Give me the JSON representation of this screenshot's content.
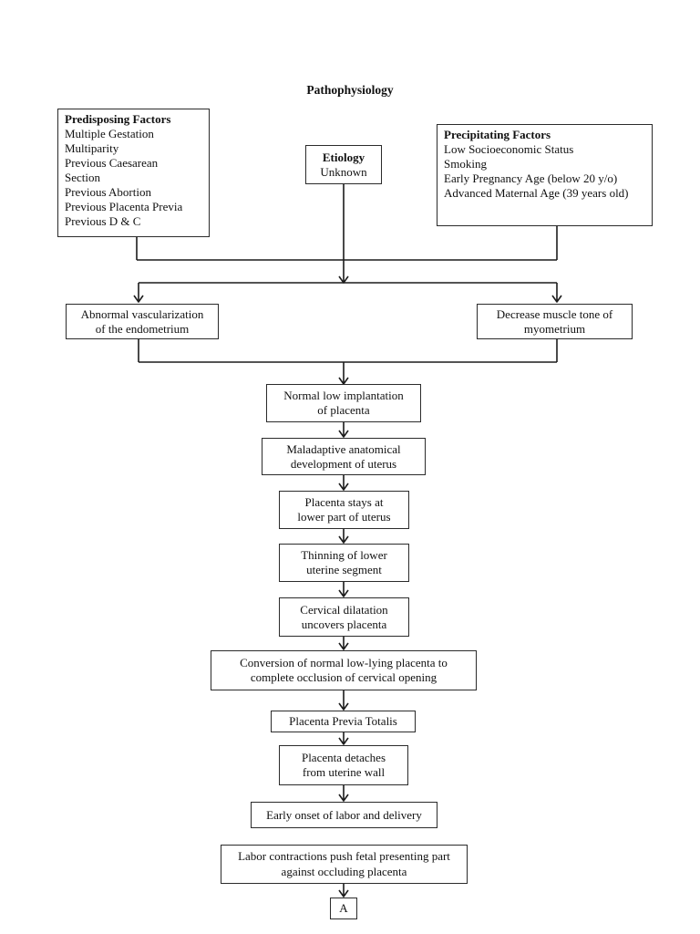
{
  "title": "Pathophysiology",
  "flowchart": {
    "predisposing": {
      "header": "Predisposing Factors",
      "items": "Multiple Gestation\nMultiparity\nPrevious Caesarean\nSection\nPrevious Abortion\nPrevious Placenta Previa\nPrevious D & C"
    },
    "etiology": {
      "header": "Etiology",
      "value": "Unknown"
    },
    "precipitating": {
      "header": "Precipitating Factors",
      "items": "Low Socioeconomic Status\nSmoking\nEarly Pregnancy Age (below 20 y/o)\nAdvanced Maternal Age (39 years old)"
    },
    "nodes": {
      "abnormal_vascularization": "Abnormal vascularization\nof the endometrium",
      "decrease_muscle_tone": "Decrease muscle tone of\nmyometrium",
      "normal_low_implantation": "Normal low implantation\nof placenta",
      "maladaptive_development": "Maladaptive anatomical\ndevelopment of uterus",
      "placenta_stays": "Placenta stays at\nlower part of uterus",
      "thinning_lower_segment": "Thinning of lower\nuterine segment",
      "cervical_dilatation": "Cervical dilatation\nuncovers placenta",
      "conversion_occlusion": "Conversion of normal low-lying placenta to\ncomplete occlusion of cervical opening",
      "placenta_previa_totalis": "Placenta Previa Totalis",
      "placenta_detaches": "Placenta detaches\nfrom uterine wall",
      "early_onset_labor": "Early onset of labor and delivery",
      "labor_contractions": "Labor contractions push fetal presenting part\nagainst occluding placenta",
      "connector_a": "A"
    }
  },
  "colors": {
    "background": "#ffffff",
    "line": "#1c1c1c",
    "box_border": "#2b2b2b",
    "text": "#111111"
  }
}
